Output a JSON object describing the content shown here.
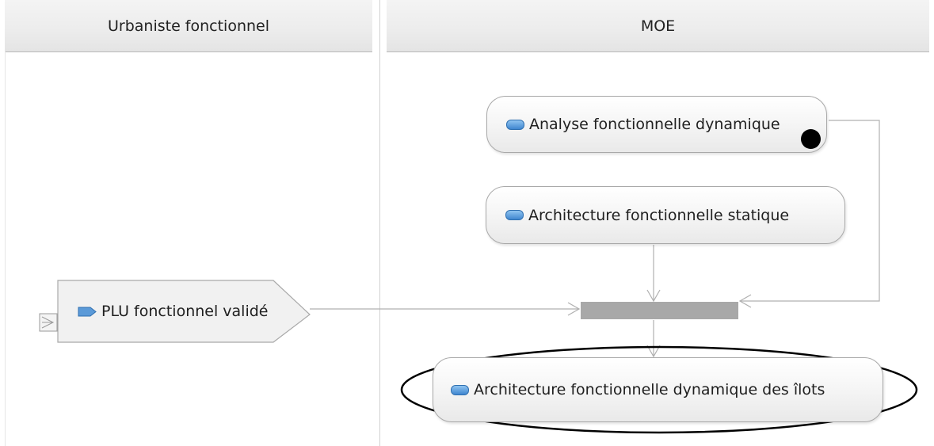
{
  "swimlanes": [
    {
      "label": "Urbaniste fonctionnel"
    },
    {
      "label": "MOE"
    }
  ],
  "actions": {
    "analyse": "Analyse fonctionnelle dynamique",
    "archi_statique": "Architecture fonctionnelle statique",
    "archi_ilots": "Architecture fonctionnelle dynamique des îlots"
  },
  "signal": {
    "label": "PLU fonctionnel validé"
  },
  "colors": {
    "lane_header": "#ececec",
    "action_border": "#a9a9a9",
    "action_icon": "#3f86cf",
    "fork_bar": "#a8a8a8",
    "highlight_ellipse": "#000000"
  }
}
